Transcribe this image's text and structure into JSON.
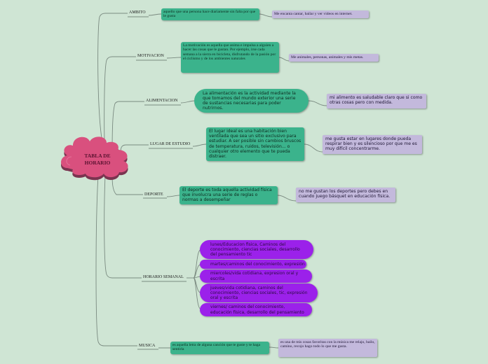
{
  "root": {
    "label": "TABLA DE HORARIO"
  },
  "colors": {
    "background": "#cfe5d4",
    "root_fill": "#d9507e",
    "green_box": "#3bb38c",
    "purple_box": "#c3b9dc",
    "violet_box": "#9b21ea",
    "line": "#7a8a80"
  },
  "branches": [
    {
      "topic": "AMBITO",
      "definition": "aquello que una persona hace diariamente sin falta por que le gusta",
      "opinion": "Me encanta cantar, bailar y ver videos en internet."
    },
    {
      "topic": "MOTIVACION",
      "definition": "La motivación es aquella que anima e impulsa a alguien a hacer las cosas que le gustan. Por ejemplo, irse cada semana a la sierra en bicicleta, disfrutando de la pasión por el ciclismo y de los ambientes naturales",
      "opinion": "Me animales, personas, animales y mis metas."
    },
    {
      "topic": "ALIMENTACION",
      "definition": "La alimentación es la actividad mediante la que tomamos del mundo exterior una serie de sustancias necesarias para poder nutrirnos.",
      "opinion": "mi alimento es saludable claro que si como otras cosas pero con medida."
    },
    {
      "topic": "LUGAR DE ESTUDIO",
      "definition": "El lugar ideal es una habitación bien ventilada que sea un sitio exclusivo para estudiar. A ser posible sin cambios bruscos de temperatura, ruidos, televisión... o cualquier otro elemento que te pueda distraer.",
      "opinion": "me gusta estar en lugares donde pueda respirar bien y es silencioso por que me es muy difícil concentrarme."
    },
    {
      "topic": "DEPORTE",
      "definition": "El deporte es toda aquella actividad física que involucra una serie de reglas o normas a desempeñar",
      "opinion": "no me gustan los deportes pero debes en cuando juego básquet en educación física."
    },
    {
      "topic": "HORARIO SEMANAL",
      "days": [
        "lunes/Educacion fisica, Caminos del conocimiento, ciencias sociales, desarrollo del pensamiento tic",
        "martes/caminos del conocimiento, expresión",
        "miercoles/vida cotidiana, expresion oral y escrita",
        "jueves/vida cotidiana, caminos del conocimiento, ciencias sociales, tic, expresión oral y escrita",
        "viernes/ caminos del conocimiento, educación física, desarrollo del pensamiento"
      ]
    },
    {
      "topic": "MUSICA",
      "definition": "es aquella letra de alguna canción que te guste y te haga sentirla",
      "opinion": "es una de mis cosas favoritas con la música me relajo, bailo, camino, recojo hago todo lo que me gusta."
    }
  ]
}
